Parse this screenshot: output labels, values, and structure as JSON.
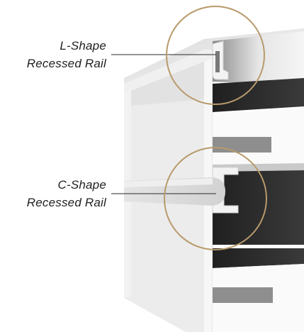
{
  "callouts": [
    {
      "line1": "L-Shape",
      "line2": "Recessed Rail"
    },
    {
      "line1": "C-Shape",
      "line2": "Recessed Rail"
    }
  ],
  "colors": {
    "circle_stroke": "#b89a6b",
    "cabinet_side": "#e9e9e9",
    "cabinet_front": "#f4f4f4",
    "cabinet_dark": "#2e2e2e",
    "handle_grey": "#8c8c8c"
  }
}
